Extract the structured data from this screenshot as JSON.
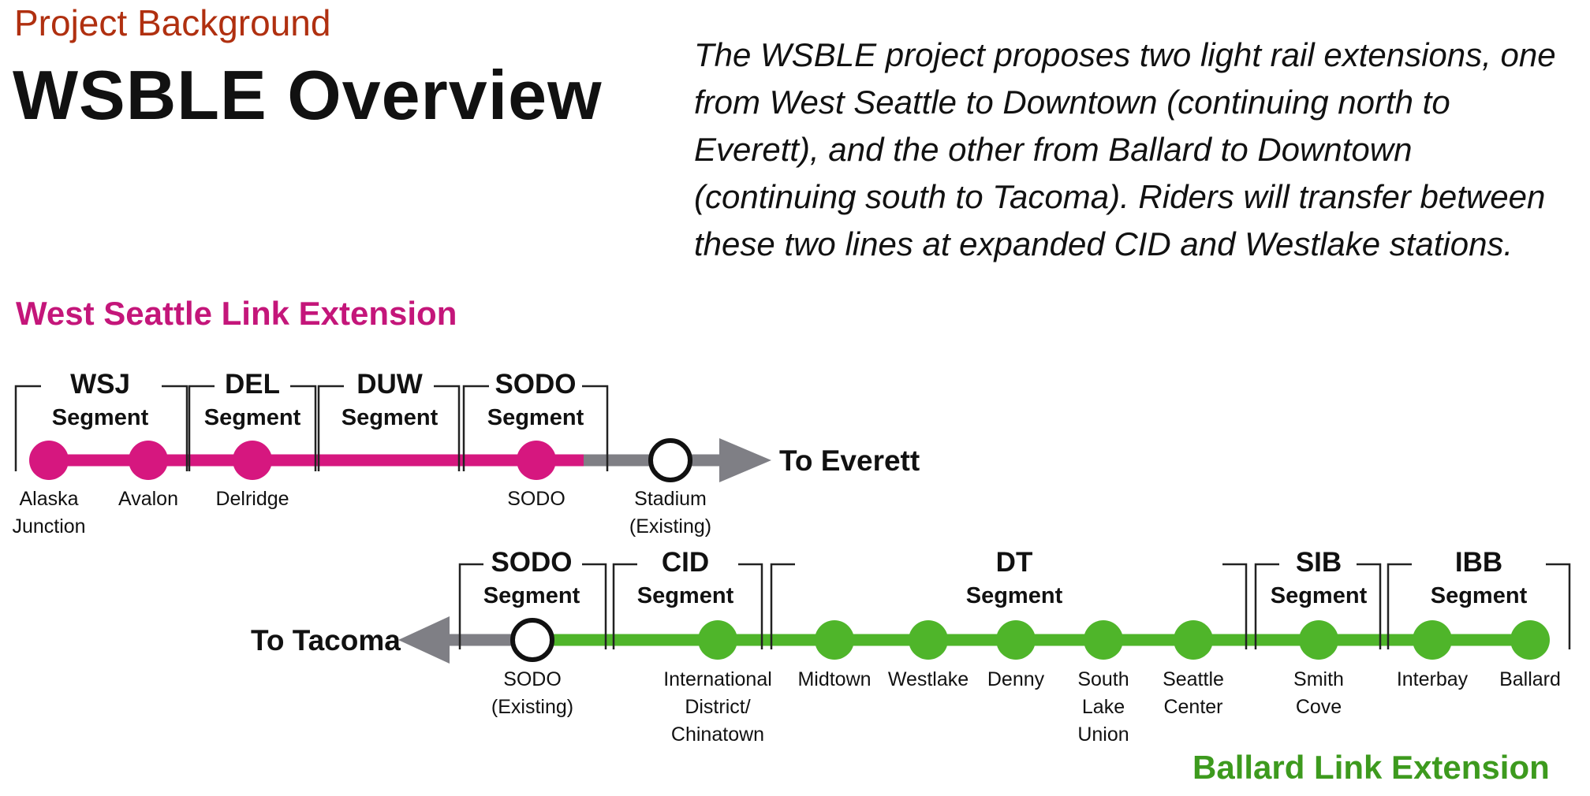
{
  "header": {
    "eyebrow": "Project Background",
    "title": "WSBLE Overview"
  },
  "description": "The WSBLE project proposes two light rail extensions, one from West Seattle to Downtown (continuing north to Everett), and the other from Ballard to Downtown (continuing south to Tacoma). Riders will transfer between these two lines at expanded CID and Westlake stations.",
  "colors": {
    "west_seattle": "#d6177f",
    "ballard": "#4fb52a",
    "existing_track": "#7f7f85",
    "eyebrow": "#b03010"
  },
  "west_seattle": {
    "title": "West Seattle Link Extension",
    "segments": [
      {
        "code": "WSJ",
        "label": "Segment"
      },
      {
        "code": "DEL",
        "label": "Segment"
      },
      {
        "code": "DUW",
        "label": "Segment"
      },
      {
        "code": "SODO",
        "label": "Segment"
      }
    ],
    "stations": [
      {
        "lines": [
          "Alaska",
          "Junction"
        ]
      },
      {
        "lines": [
          "Avalon"
        ]
      },
      {
        "lines": [
          "Delridge"
        ]
      },
      {
        "lines": [
          "SODO"
        ]
      },
      {
        "lines": [
          "Stadium",
          "(Existing)"
        ]
      }
    ],
    "destination": "To Everett"
  },
  "ballard": {
    "title": "Ballard Link Extension",
    "segments": [
      {
        "code": "SODO",
        "label": "Segment"
      },
      {
        "code": "CID",
        "label": "Segment"
      },
      {
        "code": "DT",
        "label": "Segment"
      },
      {
        "code": "SIB",
        "label": "Segment"
      },
      {
        "code": "IBB",
        "label": "Segment"
      }
    ],
    "stations": [
      {
        "lines": [
          "SODO",
          "(Existing)"
        ]
      },
      {
        "lines": [
          "International",
          "District/",
          "Chinatown"
        ]
      },
      {
        "lines": [
          "Midtown"
        ]
      },
      {
        "lines": [
          "Westlake"
        ]
      },
      {
        "lines": [
          "Denny"
        ]
      },
      {
        "lines": [
          "South",
          "Lake",
          "Union"
        ]
      },
      {
        "lines": [
          "Seattle",
          "Center"
        ]
      },
      {
        "lines": [
          "Smith",
          "Cove"
        ]
      },
      {
        "lines": [
          "Interbay"
        ]
      },
      {
        "lines": [
          "Ballard"
        ]
      }
    ],
    "destination": "To Tacoma"
  }
}
